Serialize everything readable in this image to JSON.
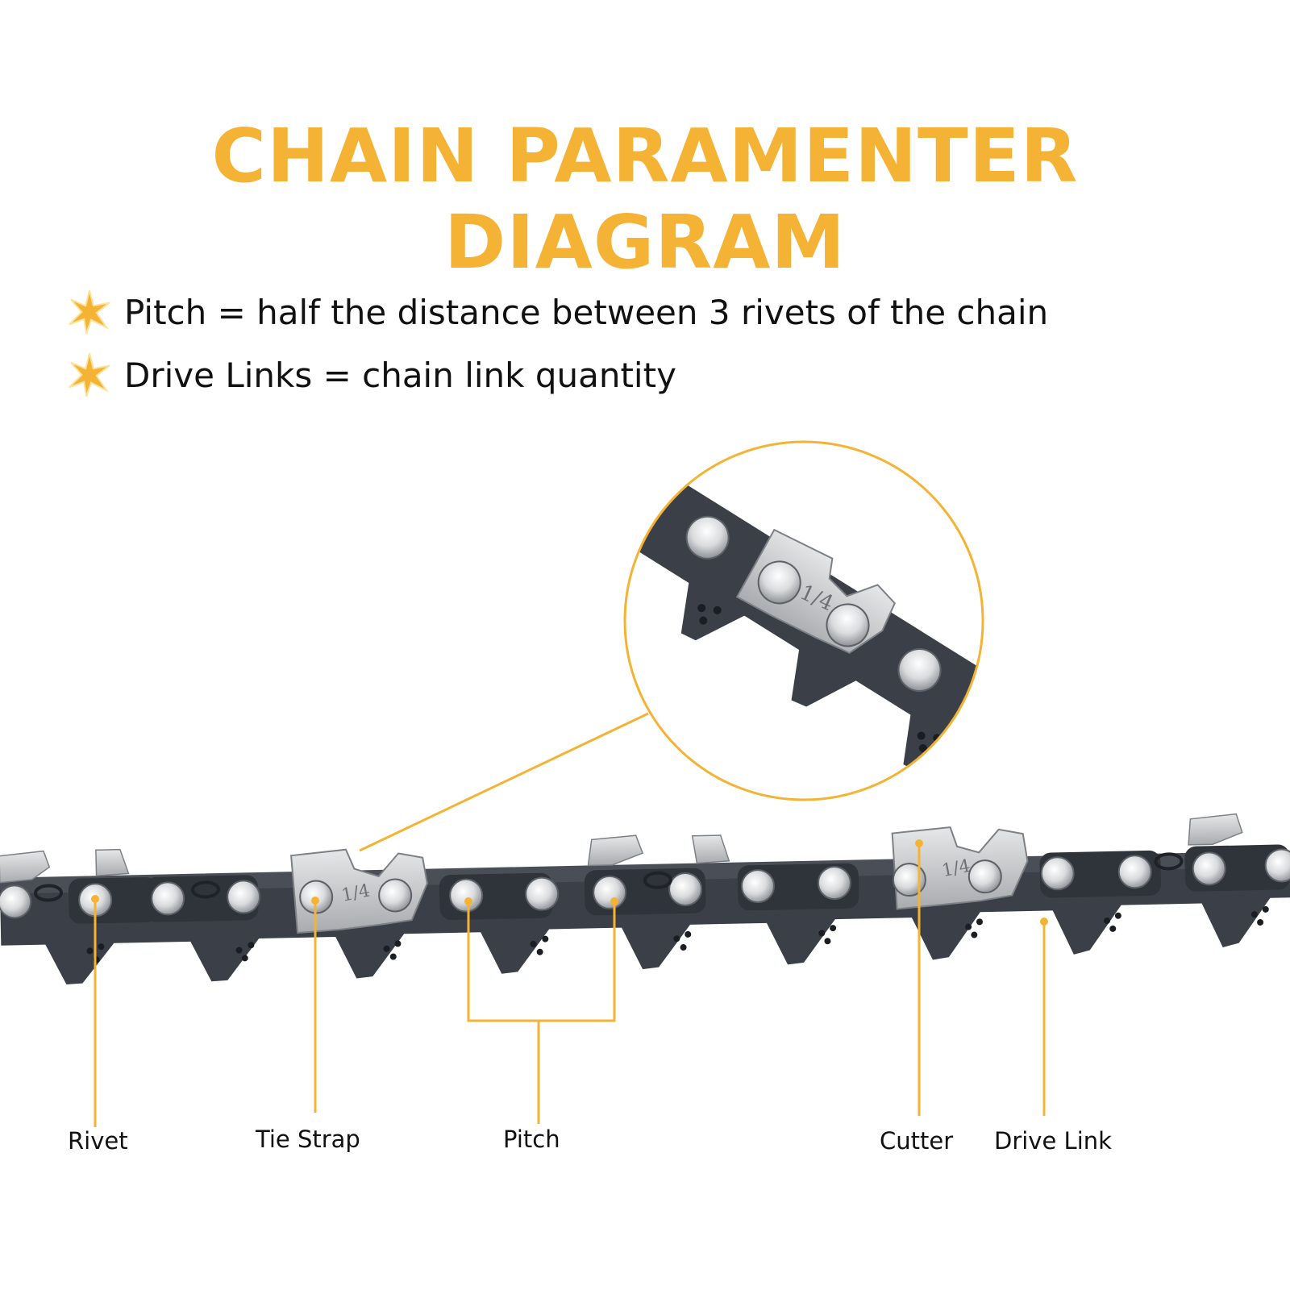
{
  "title": "CHAIN PARAMENTER DIAGRAM",
  "notes": [
    {
      "icon": "star-icon",
      "text": "Pitch = half the distance between 3 rivets of the chain"
    },
    {
      "icon": "star-icon",
      "text": "Drive Links = chain link quantity"
    }
  ],
  "zoom_stamp": "1/4",
  "chain_stamp": "1/4",
  "labels": {
    "rivet": "Rivet",
    "tie_strap": "Tie Strap",
    "pitch": "Pitch",
    "cutter": "Cutter",
    "drive_link": "Drive Link"
  },
  "colors": {
    "accent": "#F5B335",
    "chain_dark": "#3b4048",
    "chain_steel": "#c9cbcd",
    "text": "#111111"
  }
}
